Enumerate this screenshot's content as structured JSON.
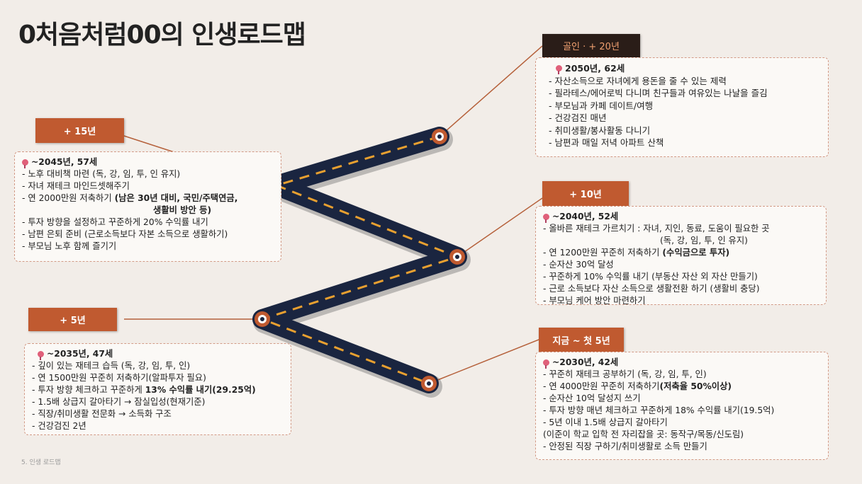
{
  "title": "0처음처럼00의 인생로드맵",
  "footer": "5. 인생 로드맵",
  "tags": {
    "t20": "골인 · + 20년",
    "t15": "+ 15년",
    "t10": "+ 10년",
    "t5": "+ 5년",
    "t0": "지금 ~ 첫 5년"
  },
  "cards": {
    "c2050": {
      "head": "2050년, 62세",
      "items": [
        "-   자산소득으로 자녀에게 용돈을 줄 수 있는 제력",
        "-   필라테스/에어로빅 다니며 친구들과 여유있는 나날을 즐김",
        "-   부모님과 카페 데이트/여행",
        "-   건강검진 매년",
        "-   취미생활/봉사활동 다니기",
        "-   남편과 매일 저녁 아파트 산책"
      ]
    },
    "c2045": {
      "head": "~2045년, 57세",
      "items": [
        "- 노후 대비책 마련 (독, 강, 임, 투, 인 유지)",
        "- 자녀 재테크 마인드셋해주기",
        "- 연 2000만원 저축하기 ",
        "- 투자 방향을 설정하고 꾸준하게 20% 수익률 내기",
        "- 남편 은퇴 준비 (근로소득보다 자본 소득으로 생활하기)",
        "- 부모님 노후 함께 즐기기"
      ],
      "bold1": "(남은 30년 대비, 국민/주택연금,",
      "bold2": "생활비 방안 등)"
    },
    "c2040": {
      "head": "~2040년, 52세",
      "items": [
        "- 올바른 재테크 가르치기 : 자녀, 지인, 동료, 도움이 필요한 곳",
        "(독, 강, 임, 투, 인 유지)",
        "- 연 1200만원 꾸준히 저축하기 ",
        "- 순자산 30억 달성",
        "- 꾸준하게 10% 수익률 내기 (부동산 자산 외 자산 만들기)",
        "- 근로 소득보다 자산 소득으로 생활전환 하기 (생활비 충당)",
        "- 부모님 케어 방안 마련하기"
      ],
      "bold": "(수익금으로 투자)"
    },
    "c2035": {
      "head": "~2035년, 47세",
      "items": [
        "-  깊이 있는 재테크 습득 (독, 강, 임, 투, 인)",
        "-  연 1500만원 꾸준히 저축하기(알파투자 필요)",
        "-  투자 방향 체크하고 꾸준하게 ",
        "-  1.5배 상급지 갈아타기 → 잠실입성(현재기준)",
        "-  직장/취미생활 전문화 → 소득화 구조",
        "-  건강검진 2년"
      ],
      "bold": "13% 수익률 내기(29.25억)"
    },
    "c2030": {
      "head": "~2030년, 42세",
      "items": [
        "- 꾸준히 재테크 공부하기 (독, 강, 임, 투, 인)",
        "- 연 4000만원 꾸준히 저축하기",
        "- 순자산 10억 달성지 쓰기",
        "- 투자 방향 매년 체크하고 꾸준하게 18% 수익률 내기(19.5억)",
        "- 5년 이내 1.5배 상급지 갈아타기",
        "(이준이 학교 입학 전 자리잡을 곳: 동작구/목동/신도림)",
        "- 안정된 직장 구하기/취미생활로 소득 만들기"
      ],
      "bold": "(저축율 50%이상)"
    }
  },
  "colors": {
    "accent": "#c05a30",
    "road": "#1a2540",
    "dash": "#e8a030",
    "background": "#f2ede8"
  }
}
